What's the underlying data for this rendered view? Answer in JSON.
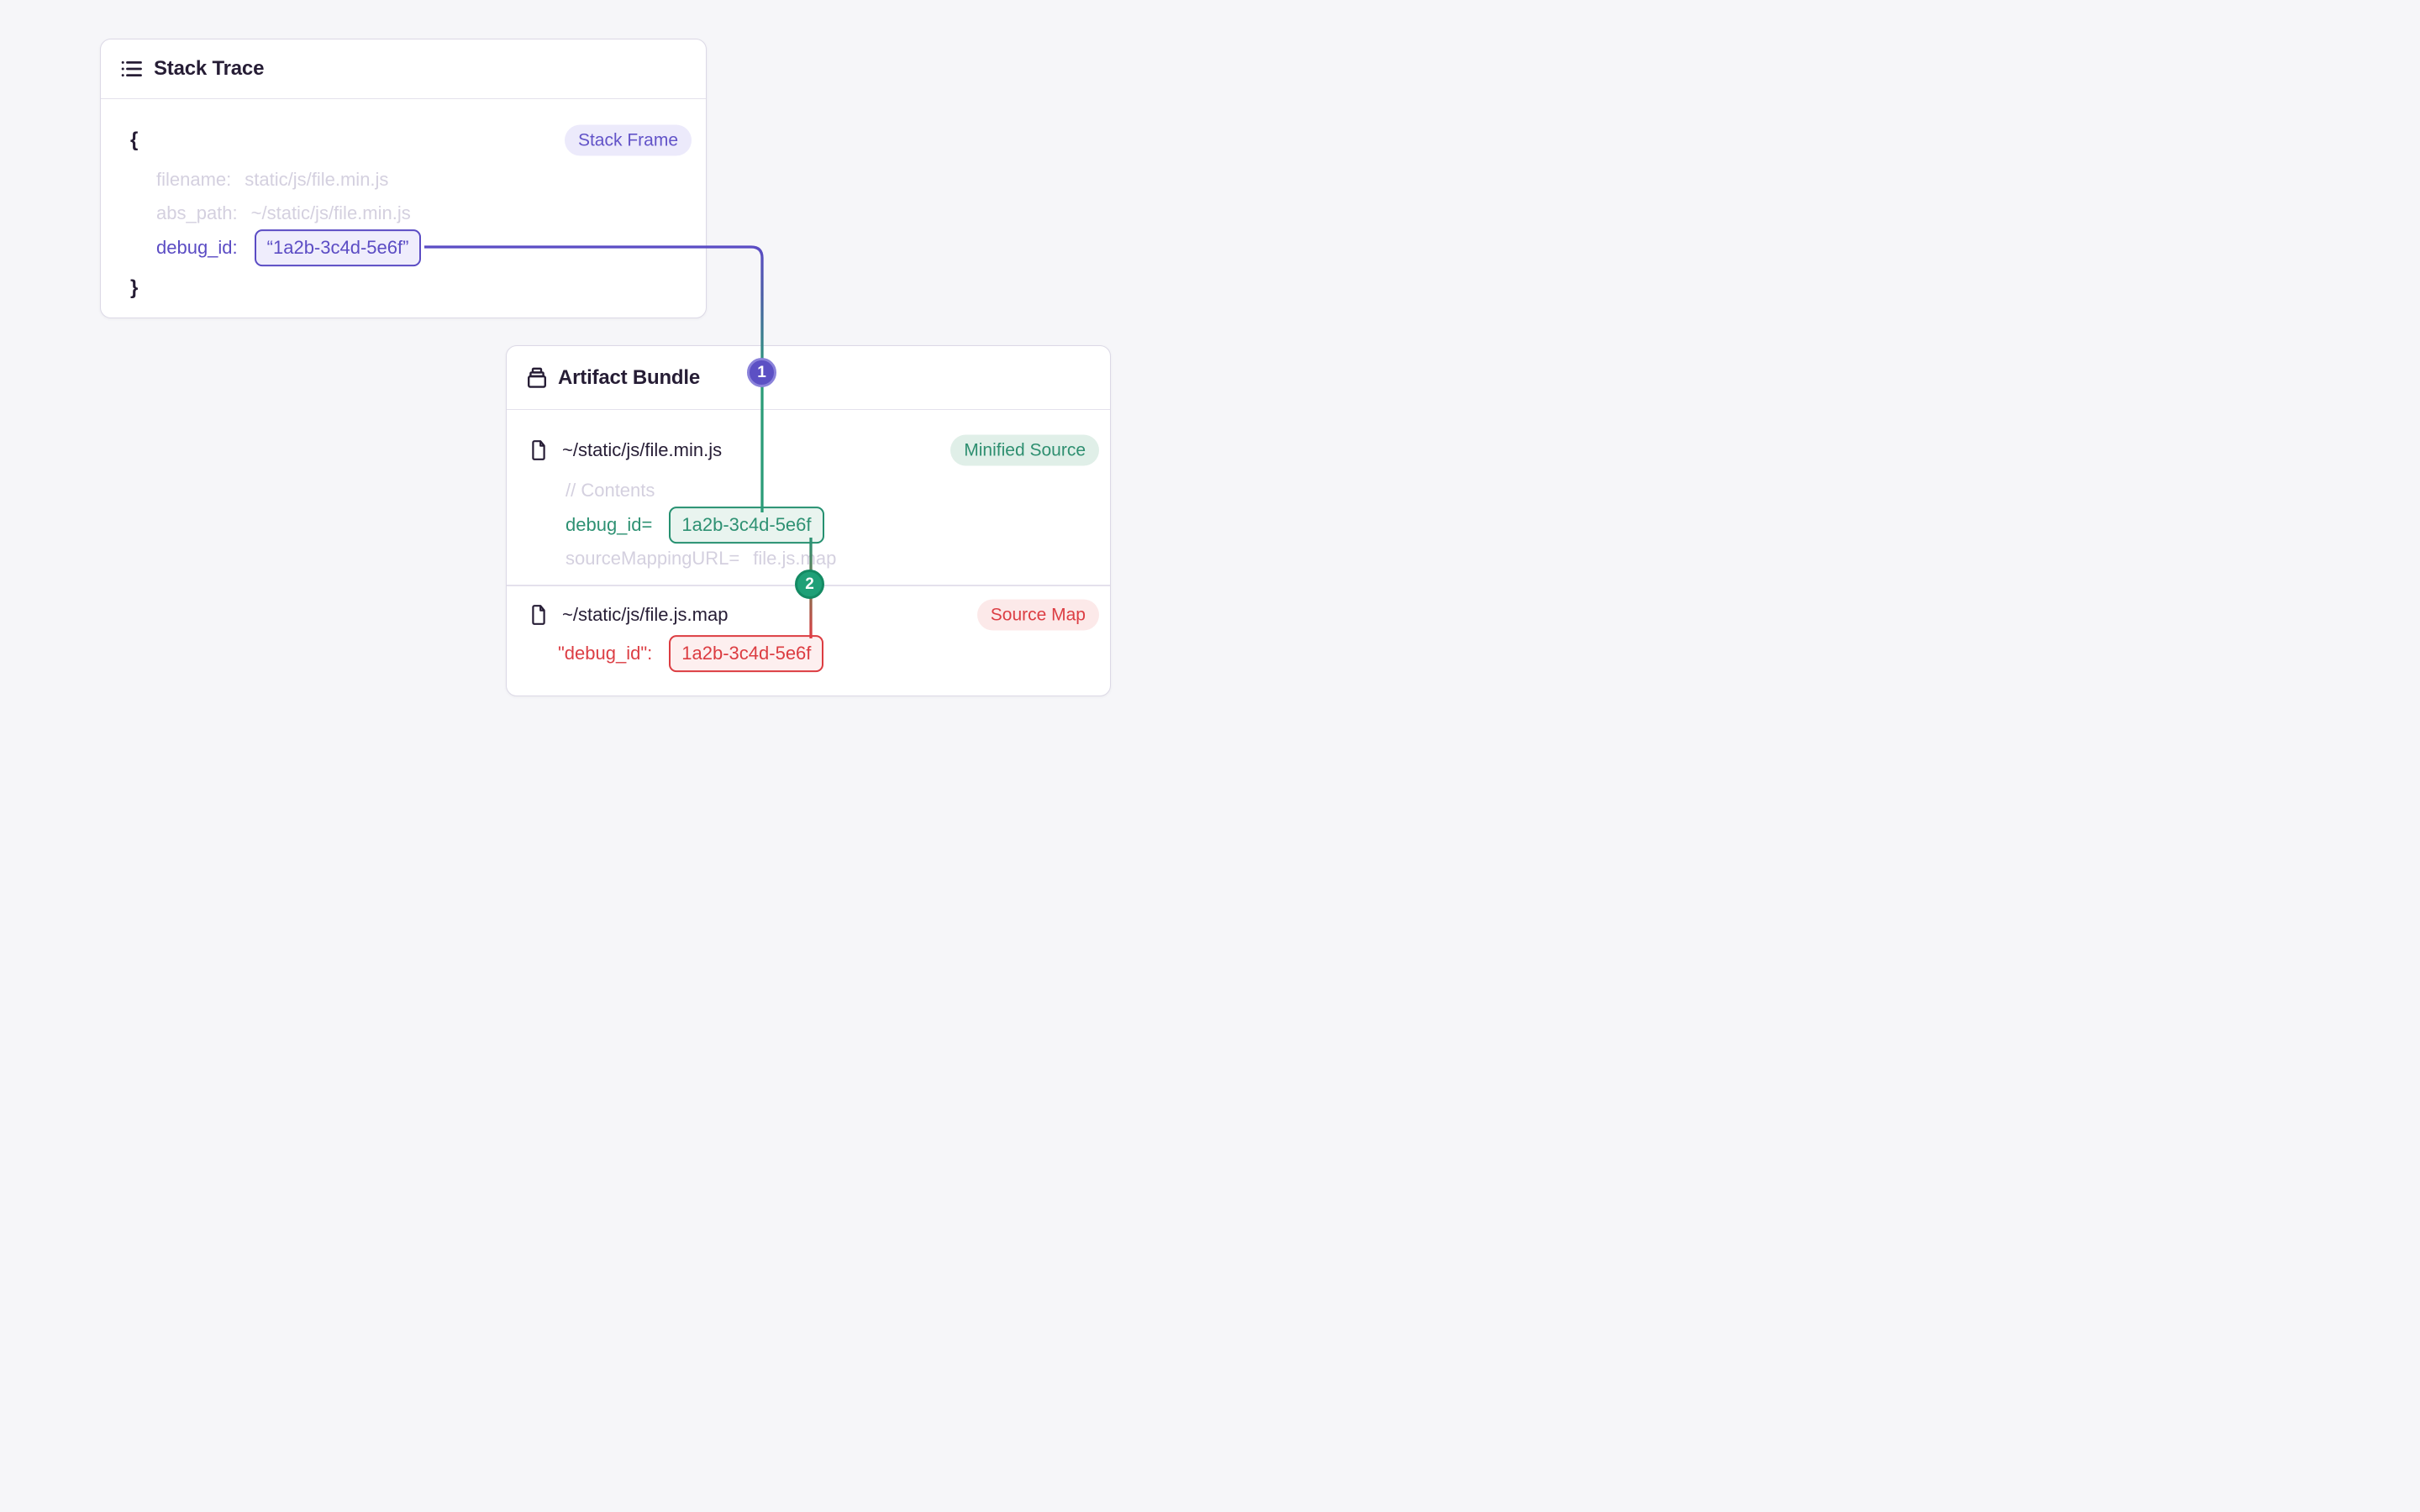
{
  "stack_trace": {
    "title": "Stack Trace",
    "badge": "Stack Frame",
    "open_brace": "{",
    "close_brace": "}",
    "fields": {
      "filename_key": "filename:",
      "filename_value": "static/js/file.min.js",
      "abs_path_key": "abs_path:",
      "abs_path_value": "~/static/js/file.min.js",
      "debug_id_key": "debug_id:",
      "debug_id_value": "“1a2b-3c4d-5e6f”"
    }
  },
  "artifact_bundle": {
    "title": "Artifact Bundle",
    "minified_source": {
      "filename": "~/static/js/file.min.js",
      "badge": "Minified Source",
      "comment": "// Contents",
      "debug_id_key": "debug_id=",
      "debug_id_value": "1a2b-3c4d-5e6f",
      "source_mapping_key": "sourceMappingURL=",
      "source_mapping_value": "file.js.map"
    },
    "source_map": {
      "filename": "~/static/js/file.js.map",
      "badge": "Source Map",
      "debug_id_key": "\"debug_id\":",
      "debug_id_value": "1a2b-3c4d-5e6f"
    }
  },
  "markers": {
    "one": "1",
    "two": "2"
  },
  "colors": {
    "page_background": "#f6f6f9",
    "card_border": "#dcd9e6",
    "dark_text": "#261d35",
    "muted_text": "#d4d0df",
    "purple_accent": "#5b4cc4",
    "purple_badge_bg": "#eceafb",
    "green_accent": "#2e9173",
    "green_badge_bg": "#e0efe8",
    "red_accent": "#dc3e44",
    "red_badge_bg": "#fce9e9",
    "marker1_fill": "#5c50c4",
    "marker2_fill": "#1fa077"
  }
}
